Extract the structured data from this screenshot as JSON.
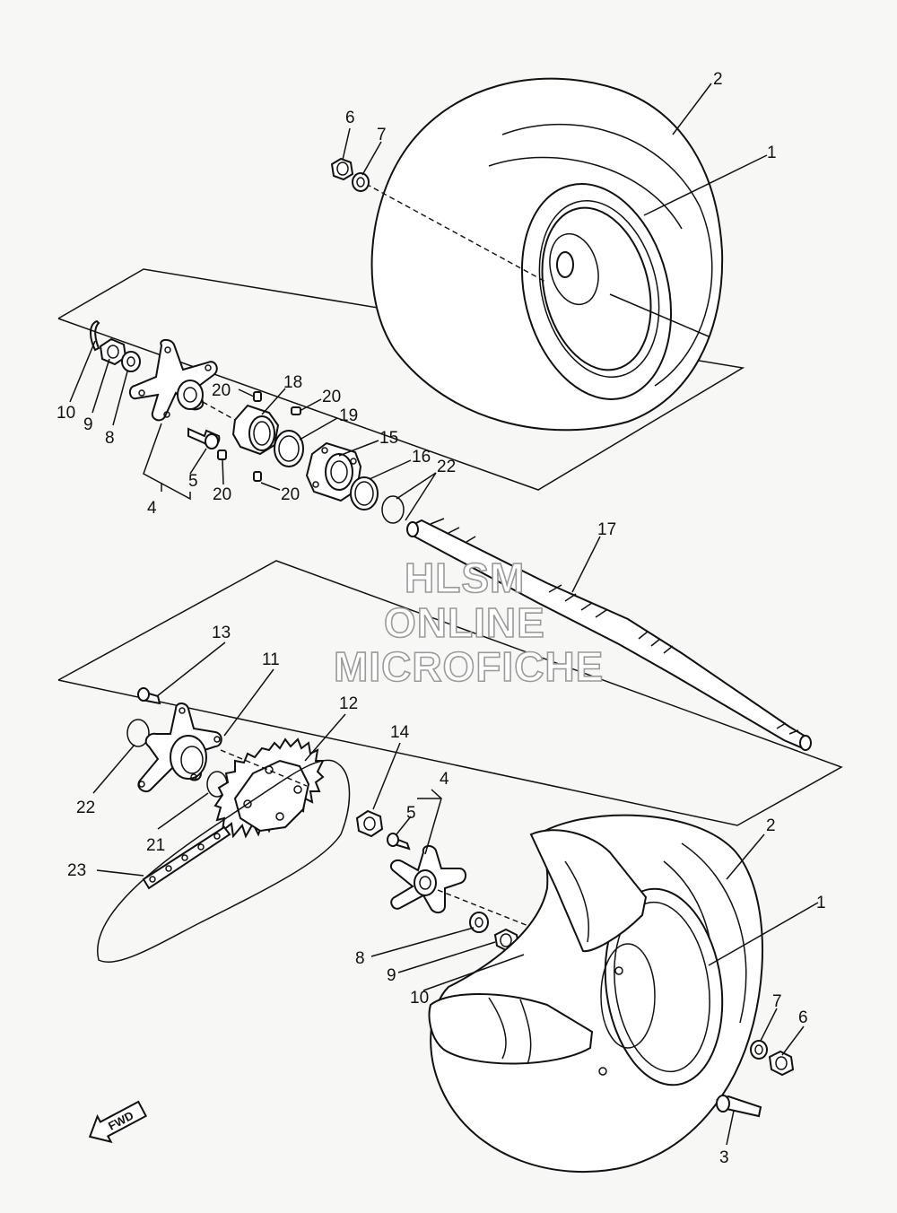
{
  "watermark": {
    "line1": "HLSM",
    "line2": "ONLINE",
    "line3": "MICROFICHE"
  },
  "direction_badge": "FWD",
  "callouts": {
    "c1a": "1",
    "c2a": "2",
    "c6a": "6",
    "c7a": "7",
    "c10a": "10",
    "c9a": "9",
    "c8a": "8",
    "c20a": "20",
    "c18": "18",
    "c20b": "20",
    "c19": "19",
    "c15": "15",
    "c16": "16",
    "c22a": "22",
    "c5a": "5",
    "c4a": "4",
    "c20c": "20",
    "c20d": "20",
    "c17": "17",
    "c13": "13",
    "c11": "11",
    "c12": "12",
    "c14": "14",
    "c4b": "4",
    "c5b": "5",
    "c22b": "22",
    "c21": "21",
    "c23": "23",
    "c2b": "2",
    "c1b": "1",
    "c8b": "8",
    "c9b": "9",
    "c10b": "10",
    "c7b": "7",
    "c6b": "6",
    "c3": "3"
  }
}
